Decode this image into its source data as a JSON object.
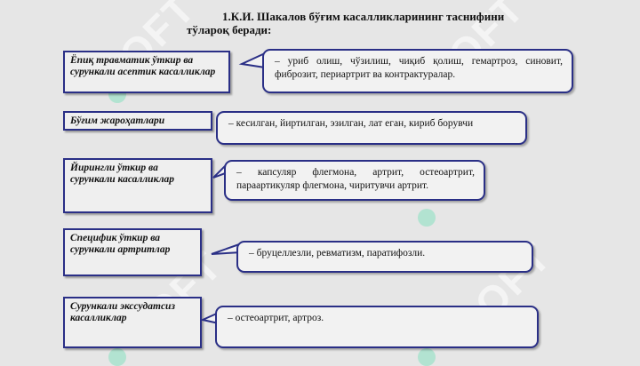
{
  "title": {
    "line1": "1.К.И. Шакалов бўғим касалликларининг таснифини",
    "line2": "тўлароқ беради:"
  },
  "rows": [
    {
      "category": "Ёпиқ травматик ўткир ва сурункали асептик касалликлар",
      "description": "– уриб олиш, чўзилиш, чиқиб қолиш, гемартроз, синовит, фиброзит, периартрит ва контрактуралар."
    },
    {
      "category": "Бўғим жароҳатлари",
      "description": "– кесилган, йиртилган, эзилган, лат еган, кириб борувчи"
    },
    {
      "category": "Йирингли ўткир ва сурункали касалликлар",
      "description": "– капсуляр флегмона, артрит, остеоартрит, параартикуляр флегмона, чиритувчи артрит."
    },
    {
      "category": "Специфик ўткир ва сурункали артритлар",
      "description": "– бруцеллезли, ревматизм, паратифозли."
    },
    {
      "category": "Сурункали экссудатсиз касалликлар",
      "description": "– остеоартрит, артроз."
    }
  ],
  "watermark": {
    "text": "SOFT"
  },
  "colors": {
    "border": "#2a2f86",
    "background": "#e6e6e6"
  }
}
